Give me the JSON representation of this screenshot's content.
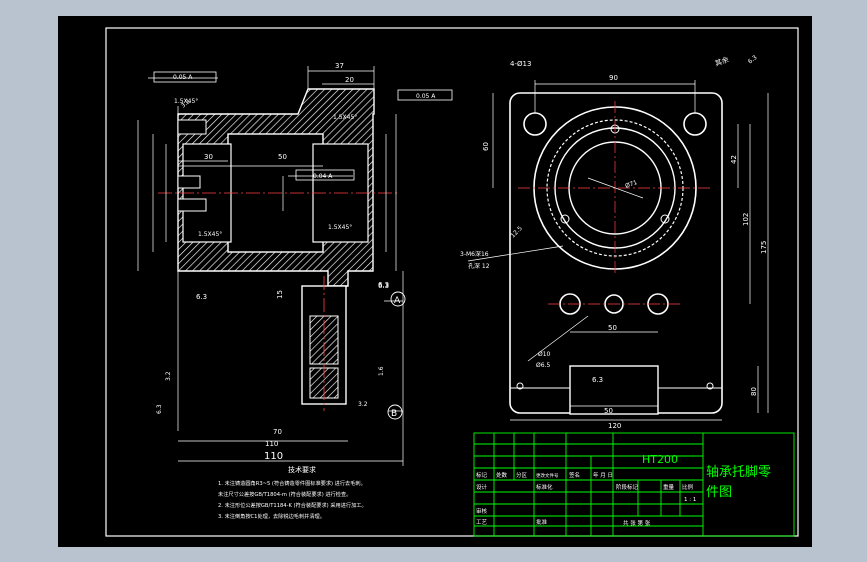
{
  "drawing": {
    "material": "HT200",
    "part_name_line1": "轴承托脚零",
    "part_name_line2": "件图",
    "scale": "1 : 1",
    "roughness_rest": "其余"
  },
  "section_view": {
    "dims": {
      "d37": "37",
      "d20": "20",
      "d30": "30",
      "d50": "50",
      "d15": "15",
      "d70": "70",
      "d110": "110",
      "d110_big": "110",
      "chamfer1": "1.5X45°",
      "chamfer2": "1.5X45°",
      "chamfer3": "1.5X45°",
      "chamfer4": "1.5X45°",
      "gdt1": "0.05 A",
      "gdt2": "0.05 A",
      "gdt3": "0.04 A",
      "ra": "6.3",
      "ra2": "6.3",
      "ra3": "6.3",
      "ra4": "3.2",
      "ra5": "1.6",
      "ra6": "3.2",
      "ra7": "3.2",
      "ra8": "6.3",
      "datum_a": "A",
      "datum_b": "B"
    }
  },
  "plan_view": {
    "dims": {
      "holes": "4-Ø13",
      "d90": "90",
      "d60": "60",
      "d42": "42",
      "d102": "102",
      "d175": "175",
      "d80": "80",
      "d50": "50",
      "d120": "120",
      "d50b": "50",
      "thread": "3-M6深16",
      "thread_depth": "孔深 12",
      "dia": "Ø71",
      "pin": "Ø10",
      "pin2": "Ø6.5",
      "ra": "6.3",
      "ra2": "12.5",
      "ra3": "6.3"
    }
  },
  "tech_requirements": {
    "title": "技术要求",
    "lines": [
      "1. 未注铸造圆角R3~5 (符合铸造零件图标准要求) 进行去毛刺。",
      "   未注尺寸公差按GB/T1804-m (符合装配要求) 进行检查。",
      "2. 未注形位公差按GB/T1184-K (符合装配要求) 采用进行加工。",
      "3. 未注倒角按C1处理，去除锐边毛刺并清理。"
    ]
  },
  "title_block": {
    "row1": [
      "标记",
      "处数",
      "分区",
      "更改文件号",
      "签名",
      "年 月 日"
    ],
    "row_design": "设计",
    "row_standard": "标准化",
    "labels": [
      "阶段标记",
      "重量",
      "比例"
    ],
    "review": "审核",
    "process": "工艺",
    "approve": "批准",
    "total_sheets": "共   张  第   张"
  }
}
